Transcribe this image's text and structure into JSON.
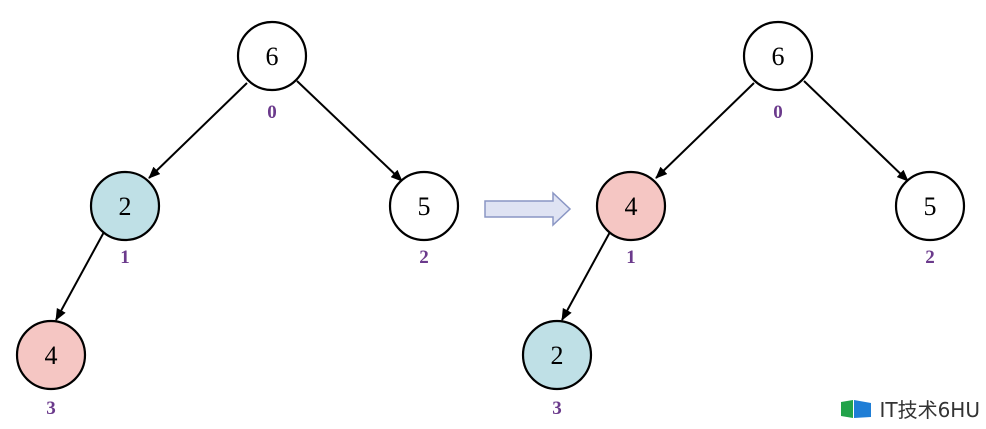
{
  "colors": {
    "edge": "#000000",
    "node_stroke": "#000000",
    "default_fill": "#ffffff",
    "highlight_blue": "#bfe0e6",
    "highlight_pink": "#f5c6c3",
    "index_text": "#6b3a8c",
    "arrow_fill": "#dfe3f3",
    "arrow_stroke": "#8a96c4"
  },
  "trees": [
    {
      "nodes": [
        {
          "value": "6",
          "index": "0",
          "fill": "default"
        },
        {
          "value": "2",
          "index": "1",
          "fill": "blue"
        },
        {
          "value": "5",
          "index": "2",
          "fill": "default"
        },
        {
          "value": "4",
          "index": "3",
          "fill": "pink"
        }
      ]
    },
    {
      "nodes": [
        {
          "value": "6",
          "index": "0",
          "fill": "default"
        },
        {
          "value": "4",
          "index": "1",
          "fill": "pink"
        },
        {
          "value": "5",
          "index": "2",
          "fill": "default"
        },
        {
          "value": "2",
          "index": "3",
          "fill": "blue"
        }
      ]
    }
  ],
  "watermark": {
    "text": "IT技术6HU"
  }
}
